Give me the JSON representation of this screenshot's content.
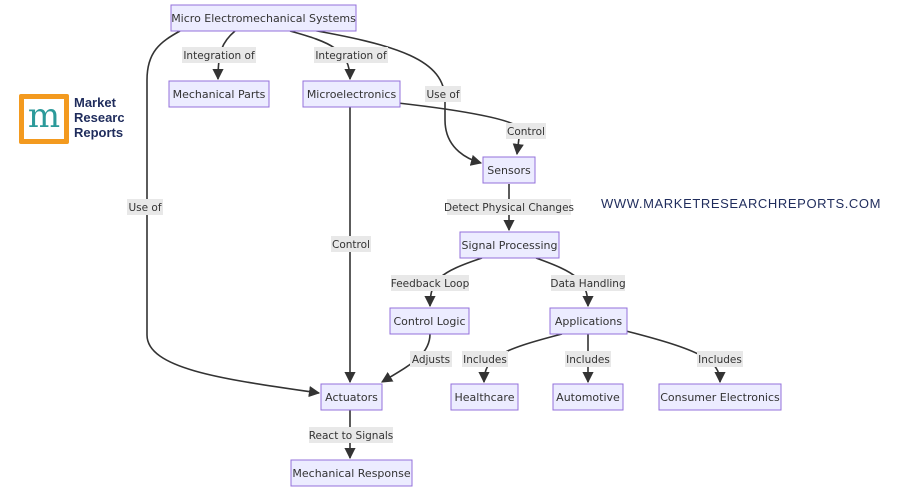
{
  "brand": {
    "logo_letter": "m",
    "logo_lines": [
      "Market",
      "Research",
      "Reports"
    ],
    "website": "WWW.MARKETRESEARCHREPORTS.COM",
    "colors": {
      "logo_orange": "#f39a1f",
      "logo_teal": "#2c9a9a",
      "text_navy": "#1f2c5c"
    }
  },
  "diagram": {
    "colors": {
      "node_fill": "#ececff",
      "node_stroke": "#9370db",
      "edge": "#333333",
      "label_bg": "#e8e8e8"
    },
    "nodes": {
      "mems": "Micro Electromechanical Systems",
      "mechanical_parts": "Mechanical Parts",
      "microelectronics": "Microelectronics",
      "sensors": "Sensors",
      "actuators": "Actuators",
      "signal_processing": "Signal Processing",
      "control_logic": "Control Logic",
      "applications": "Applications",
      "healthcare": "Healthcare",
      "automotive": "Automotive",
      "consumer_electronics": "Consumer Electronics",
      "mechanical_response": "Mechanical Response"
    },
    "edges": [
      {
        "id": "mems-mech",
        "from": "mems",
        "to": "mechanical_parts",
        "label": "Integration of"
      },
      {
        "id": "mems-micro",
        "from": "mems",
        "to": "microelectronics",
        "label": "Integration of"
      },
      {
        "id": "mems-sensors",
        "from": "mems",
        "to": "sensors",
        "label": "Use of"
      },
      {
        "id": "mems-actuators",
        "from": "mems",
        "to": "actuators",
        "label": "Use of"
      },
      {
        "id": "micro-sensors",
        "from": "microelectronics",
        "to": "sensors",
        "label": "Control"
      },
      {
        "id": "micro-actuators",
        "from": "microelectronics",
        "to": "actuators",
        "label": "Control"
      },
      {
        "id": "sensors-signal",
        "from": "sensors",
        "to": "signal_processing",
        "label": "Detect Physical Changes"
      },
      {
        "id": "signal-control",
        "from": "signal_processing",
        "to": "control_logic",
        "label": "Feedback Loop"
      },
      {
        "id": "signal-apps",
        "from": "signal_processing",
        "to": "applications",
        "label": "Data Handling"
      },
      {
        "id": "control-actuators",
        "from": "control_logic",
        "to": "actuators",
        "label": "Adjusts"
      },
      {
        "id": "apps-health",
        "from": "applications",
        "to": "healthcare",
        "label": "Includes"
      },
      {
        "id": "apps-auto",
        "from": "applications",
        "to": "automotive",
        "label": "Includes"
      },
      {
        "id": "apps-consumer",
        "from": "applications",
        "to": "consumer_electronics",
        "label": "Includes"
      },
      {
        "id": "actuators-response",
        "from": "actuators",
        "to": "mechanical_response",
        "label": "React to Signals"
      }
    ]
  }
}
